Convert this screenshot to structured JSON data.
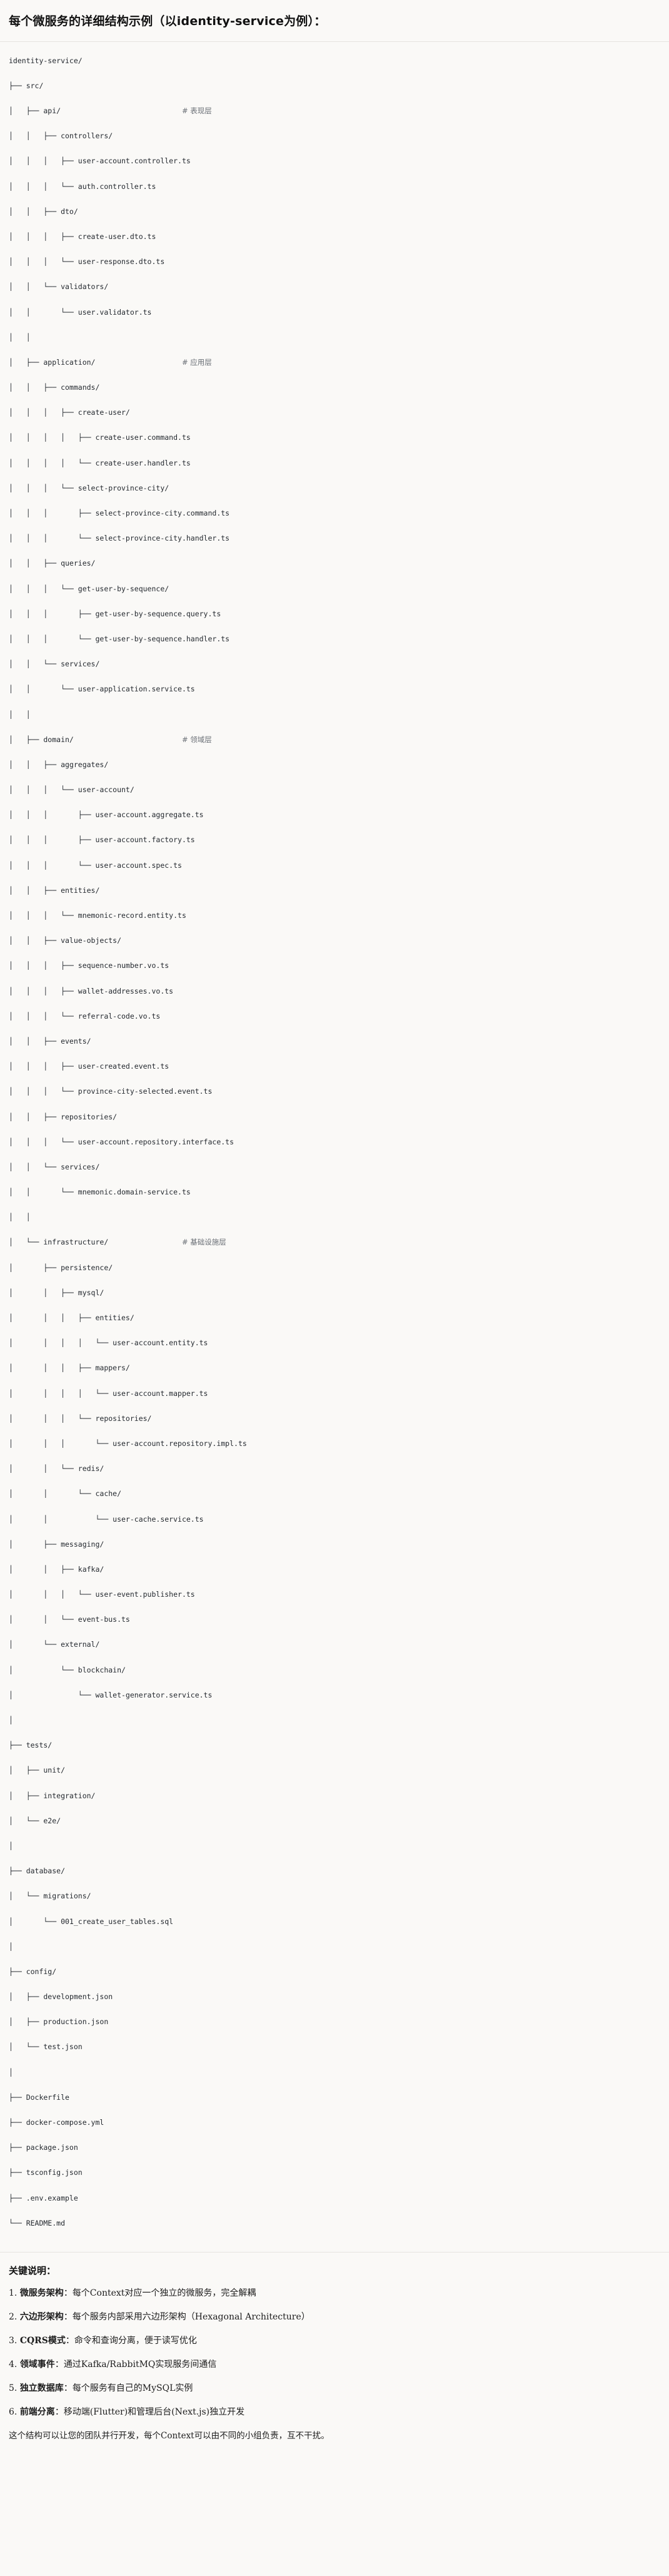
{
  "header": {
    "title": "每个微服务的详细结构示例（以identity-service为例）："
  },
  "tree": {
    "lines": [
      {
        "path": "identity-service/",
        "comment": ""
      },
      {
        "path": "├── src/",
        "comment": ""
      },
      {
        "path": "│   ├── api/",
        "comment": "# 表现层"
      },
      {
        "path": "│   │   ├── controllers/",
        "comment": ""
      },
      {
        "path": "│   │   │   ├── user-account.controller.ts",
        "comment": ""
      },
      {
        "path": "│   │   │   └── auth.controller.ts",
        "comment": ""
      },
      {
        "path": "│   │   ├── dto/",
        "comment": ""
      },
      {
        "path": "│   │   │   ├── create-user.dto.ts",
        "comment": ""
      },
      {
        "path": "│   │   │   └── user-response.dto.ts",
        "comment": ""
      },
      {
        "path": "│   │   └── validators/",
        "comment": ""
      },
      {
        "path": "│   │       └── user.validator.ts",
        "comment": ""
      },
      {
        "path": "│   │",
        "comment": ""
      },
      {
        "path": "│   ├── application/",
        "comment": "# 应用层"
      },
      {
        "path": "│   │   ├── commands/",
        "comment": ""
      },
      {
        "path": "│   │   │   ├── create-user/",
        "comment": ""
      },
      {
        "path": "│   │   │   │   ├── create-user.command.ts",
        "comment": ""
      },
      {
        "path": "│   │   │   │   └── create-user.handler.ts",
        "comment": ""
      },
      {
        "path": "│   │   │   └── select-province-city/",
        "comment": ""
      },
      {
        "path": "│   │   │       ├── select-province-city.command.ts",
        "comment": ""
      },
      {
        "path": "│   │   │       └── select-province-city.handler.ts",
        "comment": ""
      },
      {
        "path": "│   │   ├── queries/",
        "comment": ""
      },
      {
        "path": "│   │   │   └── get-user-by-sequence/",
        "comment": ""
      },
      {
        "path": "│   │   │       ├── get-user-by-sequence.query.ts",
        "comment": ""
      },
      {
        "path": "│   │   │       └── get-user-by-sequence.handler.ts",
        "comment": ""
      },
      {
        "path": "│   │   └── services/",
        "comment": ""
      },
      {
        "path": "│   │       └── user-application.service.ts",
        "comment": ""
      },
      {
        "path": "│   │",
        "comment": ""
      },
      {
        "path": "│   ├── domain/",
        "comment": "# 领域层"
      },
      {
        "path": "│   │   ├── aggregates/",
        "comment": ""
      },
      {
        "path": "│   │   │   └── user-account/",
        "comment": ""
      },
      {
        "path": "│   │   │       ├── user-account.aggregate.ts",
        "comment": ""
      },
      {
        "path": "│   │   │       ├── user-account.factory.ts",
        "comment": ""
      },
      {
        "path": "│   │   │       └── user-account.spec.ts",
        "comment": ""
      },
      {
        "path": "│   │   ├── entities/",
        "comment": ""
      },
      {
        "path": "│   │   │   └── mnemonic-record.entity.ts",
        "comment": ""
      },
      {
        "path": "│   │   ├── value-objects/",
        "comment": ""
      },
      {
        "path": "│   │   │   ├── sequence-number.vo.ts",
        "comment": ""
      },
      {
        "path": "│   │   │   ├── wallet-addresses.vo.ts",
        "comment": ""
      },
      {
        "path": "│   │   │   └── referral-code.vo.ts",
        "comment": ""
      },
      {
        "path": "│   │   ├── events/",
        "comment": ""
      },
      {
        "path": "│   │   │   ├── user-created.event.ts",
        "comment": ""
      },
      {
        "path": "│   │   │   └── province-city-selected.event.ts",
        "comment": ""
      },
      {
        "path": "│   │   ├── repositories/",
        "comment": ""
      },
      {
        "path": "│   │   │   └── user-account.repository.interface.ts",
        "comment": ""
      },
      {
        "path": "│   │   └── services/",
        "comment": ""
      },
      {
        "path": "│   │       └── mnemonic.domain-service.ts",
        "comment": ""
      },
      {
        "path": "│   │",
        "comment": ""
      },
      {
        "path": "│   └── infrastructure/",
        "comment": "# 基础设施层"
      },
      {
        "path": "│       ├── persistence/",
        "comment": ""
      },
      {
        "path": "│       │   ├── mysql/",
        "comment": ""
      },
      {
        "path": "│       │   │   ├── entities/",
        "comment": ""
      },
      {
        "path": "│       │   │   │   └── user-account.entity.ts",
        "comment": ""
      },
      {
        "path": "│       │   │   ├── mappers/",
        "comment": ""
      },
      {
        "path": "│       │   │   │   └── user-account.mapper.ts",
        "comment": ""
      },
      {
        "path": "│       │   │   └── repositories/",
        "comment": ""
      },
      {
        "path": "│       │   │       └── user-account.repository.impl.ts",
        "comment": ""
      },
      {
        "path": "│       │   └── redis/",
        "comment": ""
      },
      {
        "path": "│       │       └── cache/",
        "comment": ""
      },
      {
        "path": "│       │           └── user-cache.service.ts",
        "comment": ""
      },
      {
        "path": "│       ├── messaging/",
        "comment": ""
      },
      {
        "path": "│       │   ├── kafka/",
        "comment": ""
      },
      {
        "path": "│       │   │   └── user-event.publisher.ts",
        "comment": ""
      },
      {
        "path": "│       │   └── event-bus.ts",
        "comment": ""
      },
      {
        "path": "│       └── external/",
        "comment": ""
      },
      {
        "path": "│           └── blockchain/",
        "comment": ""
      },
      {
        "path": "│               └── wallet-generator.service.ts",
        "comment": ""
      },
      {
        "path": "│",
        "comment": ""
      },
      {
        "path": "├── tests/",
        "comment": ""
      },
      {
        "path": "│   ├── unit/",
        "comment": ""
      },
      {
        "path": "│   ├── integration/",
        "comment": ""
      },
      {
        "path": "│   └── e2e/",
        "comment": ""
      },
      {
        "path": "│",
        "comment": ""
      },
      {
        "path": "├── database/",
        "comment": ""
      },
      {
        "path": "│   └── migrations/",
        "comment": ""
      },
      {
        "path": "│       └── 001_create_user_tables.sql",
        "comment": ""
      },
      {
        "path": "│",
        "comment": ""
      },
      {
        "path": "├── config/",
        "comment": ""
      },
      {
        "path": "│   ├── development.json",
        "comment": ""
      },
      {
        "path": "│   ├── production.json",
        "comment": ""
      },
      {
        "path": "│   └── test.json",
        "comment": ""
      },
      {
        "path": "│",
        "comment": ""
      },
      {
        "path": "├── Dockerfile",
        "comment": ""
      },
      {
        "path": "├── docker-compose.yml",
        "comment": ""
      },
      {
        "path": "├── package.json",
        "comment": ""
      },
      {
        "path": "├── tsconfig.json",
        "comment": ""
      },
      {
        "path": "├── .env.example",
        "comment": ""
      },
      {
        "path": "└── README.md",
        "comment": ""
      }
    ]
  },
  "notes": {
    "title": "关键说明：",
    "items": [
      {
        "num": "1.",
        "term": "微服务架构",
        "sep": "：",
        "desc": "每个Context对应一个独立的微服务，完全解耦"
      },
      {
        "num": "2.",
        "term": "六边形架构",
        "sep": "：",
        "desc": "每个服务内部采用六边形架构（Hexagonal Architecture）"
      },
      {
        "num": "3.",
        "term": "CQRS模式",
        "sep": "：",
        "desc": "命令和查询分离，便于读写优化"
      },
      {
        "num": "4.",
        "term": "领域事件",
        "sep": "：",
        "desc": "通过Kafka/RabbitMQ实现服务间通信"
      },
      {
        "num": "5.",
        "term": "独立数据库",
        "sep": "：",
        "desc": "每个服务有自己的MySQL实例"
      },
      {
        "num": "6.",
        "term": "前端分离",
        "sep": "：",
        "desc": "移动端(Flutter)和管理后台(Next.js)独立开发"
      }
    ],
    "footer": "这个结构可以让您的团队并行开发，每个Context可以由不同的小组负责，互不干扰。"
  },
  "colors": {
    "page_background": "#faf9f7",
    "text": "#1c1c1c",
    "code_text": "#24292f",
    "comment_text": "#6a6f76",
    "divider": "#e6e4e0"
  }
}
